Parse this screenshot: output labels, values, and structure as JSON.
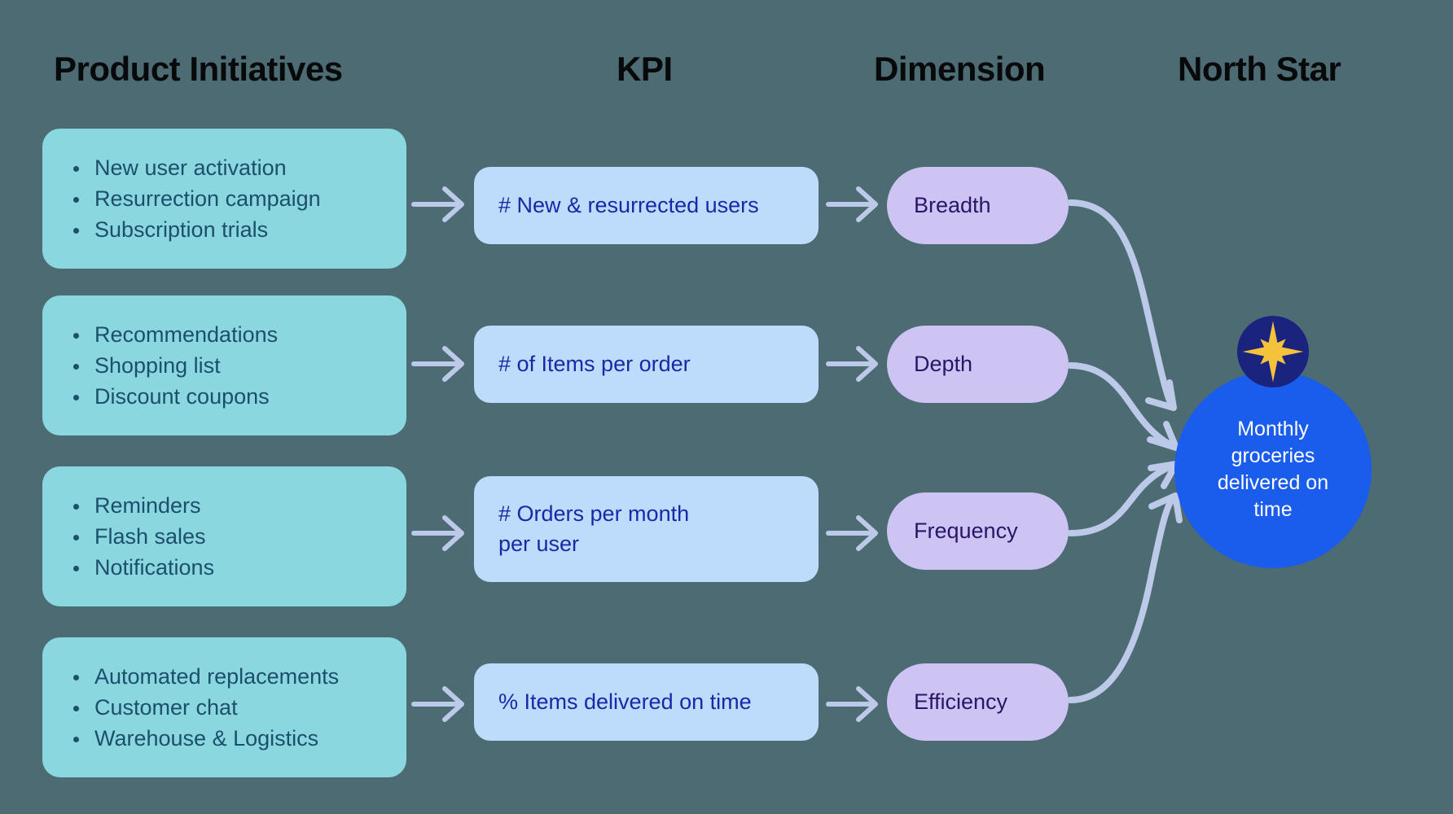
{
  "theme": {
    "background": "#4d6b72",
    "initiative_card_bg": "#8ad7e0",
    "initiative_text": "#1c4f6b",
    "kpi_card_bg": "#bddcfb",
    "kpi_text": "#1b27a8",
    "dimension_pill_bg": "#cdc4f3",
    "dimension_text": "#2a1566",
    "north_star_circle": "#1a5ceb",
    "north_star_badge": "#1a237e",
    "star_glyph": "#f5c23b",
    "connector": "#bcc9e8",
    "header_text": "#07090b"
  },
  "headers": {
    "initiatives": "Product Initiatives",
    "kpi": "KPI",
    "dimension": "Dimension",
    "north_star": "North Star"
  },
  "rows": [
    {
      "initiatives": [
        "New user activation",
        "Resurrection campaign",
        "Subscription trials"
      ],
      "kpi": "# New & resurrected users",
      "dimension": "Breadth"
    },
    {
      "initiatives": [
        "Recommendations",
        "Shopping list",
        "Discount coupons"
      ],
      "kpi": "# of Items per order",
      "dimension": "Depth"
    },
    {
      "initiatives": [
        "Reminders",
        "Flash sales",
        "Notifications"
      ],
      "kpi": "# Orders per month\nper user",
      "dimension": "Frequency"
    },
    {
      "initiatives": [
        "Automated replacements",
        "Customer chat",
        "Warehouse & Logistics"
      ],
      "kpi": "% Items delivered on time",
      "dimension": "Efficiency"
    }
  ],
  "north_star": {
    "label": "Monthly\ngroceries\ndelivered on\ntime",
    "icon": "compass-star-icon"
  },
  "icons": {
    "straight_arrow": "arrow-right-icon",
    "curved_arrow": "curved-arrow-icon"
  }
}
